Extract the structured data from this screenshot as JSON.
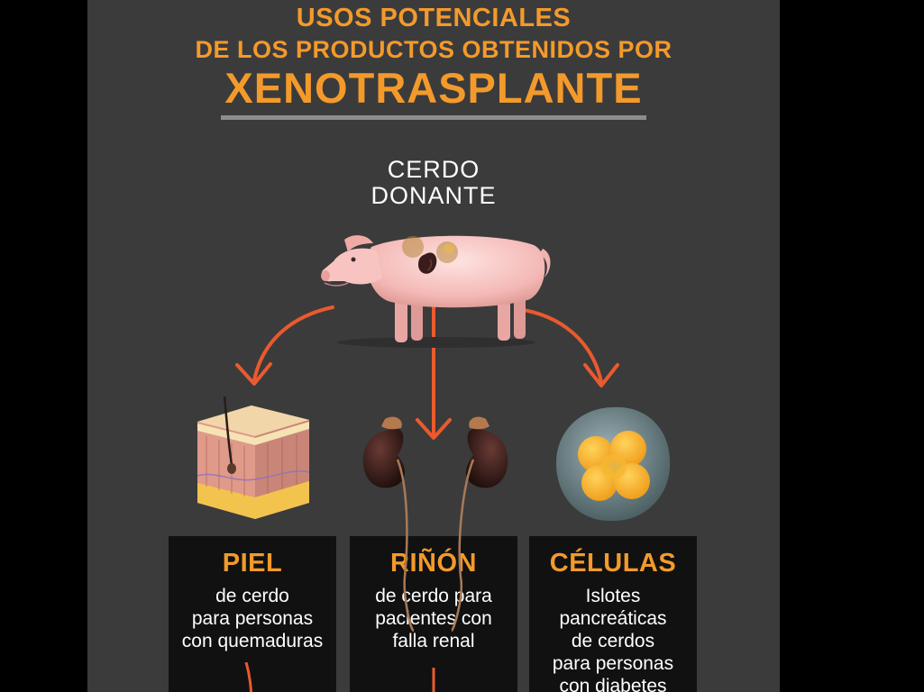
{
  "title": {
    "line1": "USOS POTENCIALES",
    "line2": "DE LOS PRODUCTOS OBTENIDOS POR",
    "line3": "XENOTRASPLANTE"
  },
  "donor": {
    "line1": "CERDO",
    "line2": "DONANTE"
  },
  "cards": [
    {
      "title": "PIEL",
      "lines": [
        "de cerdo",
        "para personas",
        "con quemaduras"
      ]
    },
    {
      "title": "RIÑÓN",
      "lines": [
        "de cerdo para",
        "pacientes con",
        "falla renal"
      ]
    },
    {
      "title": "CÉLULAS",
      "lines": [
        "Islotes",
        "pancreáticas",
        "de cerdos",
        "para personas",
        "con diabetes"
      ]
    }
  ],
  "colors": {
    "accent": "#f39a2b",
    "arrow": "#ea5a2e",
    "panel": "#3b3b3c",
    "card": "#111111",
    "rule": "#8d8d8e"
  },
  "icons": [
    "pig-illustration",
    "skin-cross-section-icon",
    "kidneys-icon",
    "pancreatic-islet-cells-icon"
  ]
}
